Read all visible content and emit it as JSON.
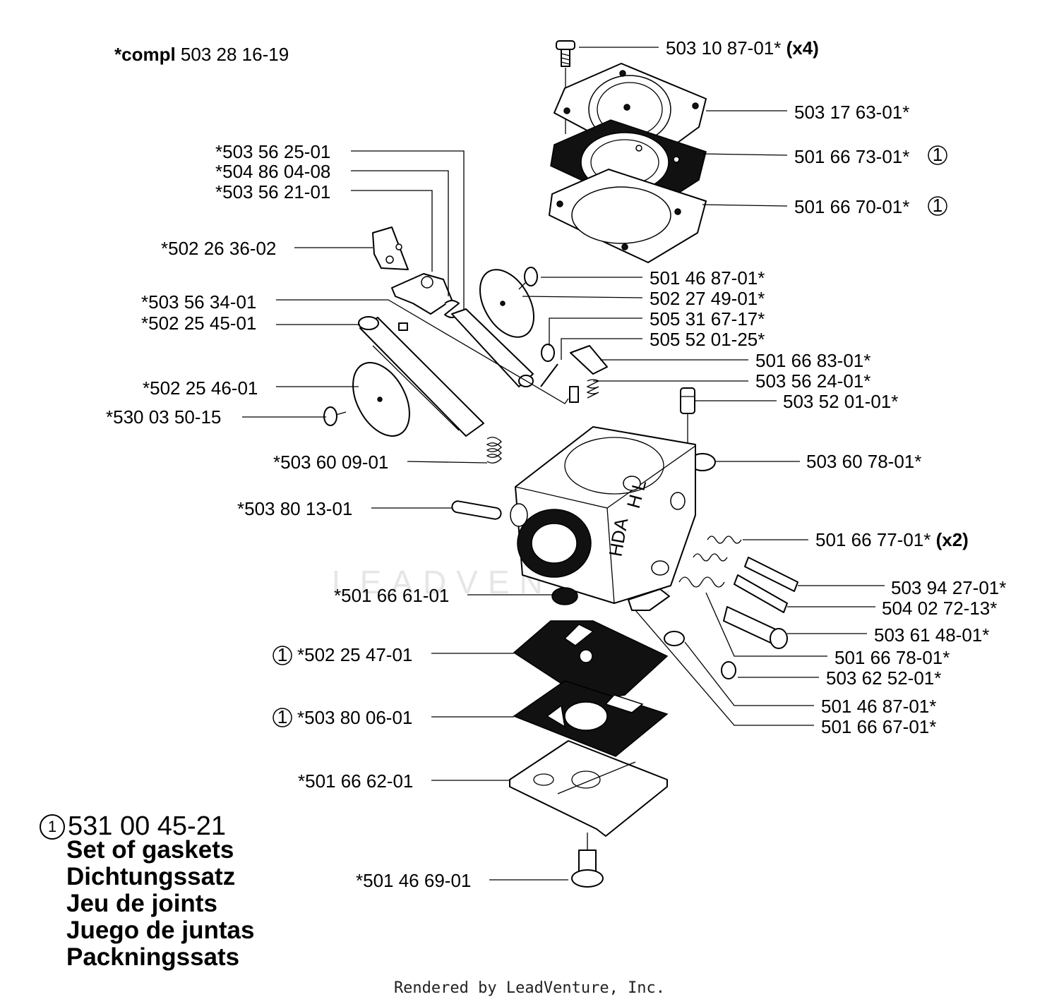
{
  "header": {
    "compl_prefix": "*compl",
    "compl_number": "503 28 16-19"
  },
  "callouts": [
    {
      "id": "c01",
      "text": "503 10 87-01*",
      "suffix": " (x4)",
      "circle": false
    },
    {
      "id": "c02",
      "text": "503 17 63-01*",
      "suffix": "",
      "circle": false
    },
    {
      "id": "c03",
      "text": "501 66 73-01*",
      "suffix": "",
      "circle": true
    },
    {
      "id": "c04",
      "text": "501 66 70-01*",
      "suffix": "",
      "circle": true
    },
    {
      "id": "c05",
      "text": "*503 56 25-01",
      "suffix": "",
      "circle": false
    },
    {
      "id": "c06",
      "text": "*504 86 04-08",
      "suffix": "",
      "circle": false
    },
    {
      "id": "c07",
      "text": "*503 56 21-01",
      "suffix": "",
      "circle": false
    },
    {
      "id": "c08",
      "text": "*502 26 36-02",
      "suffix": "",
      "circle": false
    },
    {
      "id": "c09",
      "text": "501 46 87-01*",
      "suffix": "",
      "circle": false
    },
    {
      "id": "c10",
      "text": "502 27 49-01*",
      "suffix": "",
      "circle": false
    },
    {
      "id": "c11",
      "text": "*503 56 34-01",
      "suffix": "",
      "circle": false
    },
    {
      "id": "c12",
      "text": "505 31 67-17*",
      "suffix": "",
      "circle": false
    },
    {
      "id": "c13",
      "text": "*502 25 45-01",
      "suffix": "",
      "circle": false
    },
    {
      "id": "c14",
      "text": "505 52 01-25*",
      "suffix": "",
      "circle": false
    },
    {
      "id": "c15",
      "text": "501 66 83-01*",
      "suffix": "",
      "circle": false
    },
    {
      "id": "c16",
      "text": "503 56 24-01*",
      "suffix": "",
      "circle": false
    },
    {
      "id": "c17",
      "text": "*502 25 46-01",
      "suffix": "",
      "circle": false
    },
    {
      "id": "c18",
      "text": "503 52 01-01*",
      "suffix": "",
      "circle": false
    },
    {
      "id": "c19",
      "text": "*530 03 50-15",
      "suffix": "",
      "circle": false
    },
    {
      "id": "c20",
      "text": "*503 60 09-01",
      "suffix": "",
      "circle": false
    },
    {
      "id": "c21",
      "text": "503 60 78-01*",
      "suffix": "",
      "circle": false
    },
    {
      "id": "c22",
      "text": "*503 80 13-01",
      "suffix": "",
      "circle": false
    },
    {
      "id": "c23",
      "text": "501 66 77-01*",
      "suffix": " (x2)",
      "circle": false
    },
    {
      "id": "c24",
      "text": "503 94 27-01*",
      "suffix": "",
      "circle": false
    },
    {
      "id": "c25",
      "text": "*501 66 61-01",
      "suffix": "",
      "circle": false
    },
    {
      "id": "c26",
      "text": "504 02 72-13*",
      "suffix": "",
      "circle": false
    },
    {
      "id": "c27",
      "text": "503 61 48-01*",
      "suffix": "",
      "circle": false
    },
    {
      "id": "c28",
      "text": "*502 25 47-01",
      "suffix": "",
      "circle": true
    },
    {
      "id": "c29",
      "text": "501 66 78-01*",
      "suffix": "",
      "circle": false
    },
    {
      "id": "c30",
      "text": "503 62 52-01*",
      "suffix": "",
      "circle": false
    },
    {
      "id": "c31",
      "text": "501 46 87-01*",
      "suffix": "",
      "circle": false
    },
    {
      "id": "c32",
      "text": "*503 80 06-01",
      "suffix": "",
      "circle": true
    },
    {
      "id": "c33",
      "text": "501 66 67-01*",
      "suffix": "",
      "circle": false
    },
    {
      "id": "c34",
      "text": "*501 66 62-01",
      "suffix": "",
      "circle": false
    },
    {
      "id": "c35",
      "text": "*501 46 69-01",
      "suffix": "",
      "circle": false
    }
  ],
  "circle_symbol": "1",
  "gasket_set": {
    "number": "531 00 45-21",
    "names": [
      "Set of gaskets",
      "Dichtungssatz",
      "Jeu de joints",
      "Juego de juntas",
      "Packningssats"
    ]
  },
  "body_markings": {
    "left": "HDA",
    "right": "H  L"
  },
  "watermark": "LEADVENTURE",
  "footer": "Rendered by LeadVenture, Inc."
}
